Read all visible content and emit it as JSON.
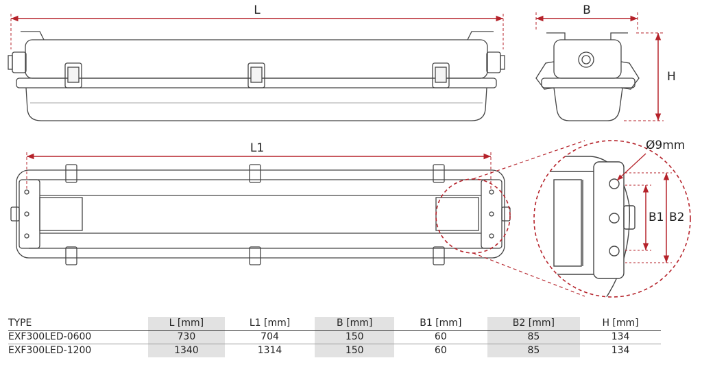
{
  "dimensions": {
    "L": "L",
    "B": "B",
    "H": "H",
    "L1": "L1",
    "B1": "B1",
    "B2": "B2",
    "hole": "Ø9mm"
  },
  "colors": {
    "dimension": "#b5222a",
    "outline": "#444444",
    "shade": "#e2e2e2"
  },
  "table": {
    "headers": [
      "TYPE",
      "L [mm]",
      "L1 [mm]",
      "B [mm]",
      "B1 [mm]",
      "B2 [mm]",
      "H [mm]"
    ],
    "rows": [
      [
        "EXF300LED-0600",
        "730",
        "704",
        "150",
        "60",
        "85",
        "134"
      ],
      [
        "EXF300LED-1200",
        "1340",
        "1314",
        "150",
        "60",
        "85",
        "134"
      ]
    ]
  }
}
